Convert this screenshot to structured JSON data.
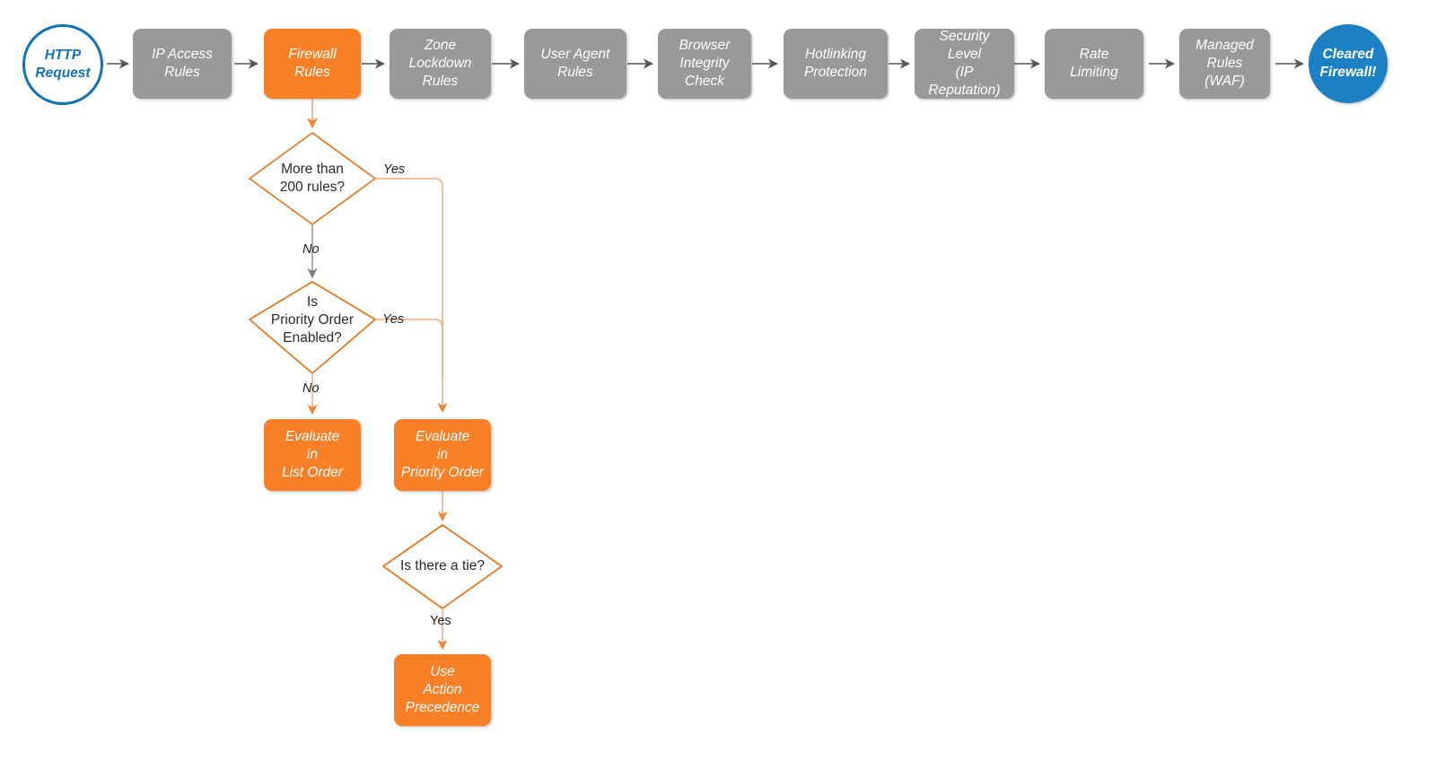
{
  "diagram": {
    "title": "Cloudflare Firewall Rules Evaluation Order",
    "colors": {
      "grey_node": "#999999",
      "orange_node": "#F98026",
      "orange_stroke": "#E8741C",
      "orange_edge": "#F9A877",
      "blue_stroke": "#1273B6",
      "blue_fill": "#1B81C4",
      "grey_edge": "#585858",
      "text_dark": "#2b2b2b",
      "background": "#ffffff"
    },
    "pipeline": {
      "start": {
        "label": "HTTP Request",
        "shape": "circle",
        "style": "hollow-blue"
      },
      "stages": [
        {
          "id": "ip-access-rules",
          "label": "IP Access Rules",
          "style": "grey"
        },
        {
          "id": "firewall-rules",
          "label": "Firewall Rules",
          "style": "orange"
        },
        {
          "id": "zone-lockdown-rules",
          "label": "Zone Lockdown Rules",
          "style": "grey"
        },
        {
          "id": "user-agent-rules",
          "label": "User Agent Rules",
          "style": "grey"
        },
        {
          "id": "browser-integrity-check",
          "label": "Browser Integrity Check",
          "style": "grey"
        },
        {
          "id": "hotlinking-protection",
          "label": "Hotlinking Protection",
          "style": "grey"
        },
        {
          "id": "security-level",
          "label": "Security Level (IP Reputation)",
          "style": "grey"
        },
        {
          "id": "rate-limiting",
          "label": "Rate Limiting",
          "style": "grey"
        },
        {
          "id": "managed-rules-waf",
          "label": "Managed Rules (WAF)",
          "style": "grey"
        }
      ],
      "end": {
        "label": "Cleared Firewall!",
        "shape": "circle",
        "style": "filled-blue"
      }
    },
    "stage_lines": {
      "ip-access-rules": [
        "IP Access",
        "Rules"
      ],
      "firewall-rules": [
        "Firewall",
        "Rules"
      ],
      "zone-lockdown-rules": [
        "Zone",
        "Lockdown",
        "Rules"
      ],
      "user-agent-rules": [
        "User Agent",
        "Rules"
      ],
      "browser-integrity-check": [
        "Browser",
        "Integrity",
        "Check"
      ],
      "hotlinking-protection": [
        "Hotlinking",
        "Protection"
      ],
      "security-level": [
        "Security",
        "Level",
        "(IP Reputation)"
      ],
      "rate-limiting": [
        "Rate",
        "Limiting"
      ],
      "managed-rules-waf": [
        "Managed",
        "Rules",
        "(WAF)"
      ],
      "start": [
        "HTTP",
        "Request"
      ],
      "end": [
        "Cleared",
        "Firewall!"
      ]
    },
    "branch": {
      "decisions": [
        {
          "id": "more-than-200-rules",
          "lines": [
            "More than",
            "200 rules?"
          ]
        },
        {
          "id": "is-priority-order-enabled",
          "lines": [
            "Is",
            "Priority Order",
            "Enabled?"
          ]
        },
        {
          "id": "is-there-a-tie",
          "lines": [
            "Is there a tie?"
          ]
        }
      ],
      "outcomes": [
        {
          "id": "evaluate-in-list-order",
          "lines": [
            "Evaluate",
            "in",
            "List Order"
          ],
          "style": "orange"
        },
        {
          "id": "evaluate-in-priority-order",
          "lines": [
            "Evaluate",
            "in",
            "Priority Order"
          ],
          "style": "orange"
        },
        {
          "id": "use-action-precedence",
          "lines": [
            "Use",
            "Action",
            "Precedence"
          ],
          "style": "orange"
        }
      ],
      "edge_labels": {
        "more_rules_yes": "Yes",
        "more_rules_no": "No",
        "priority_order_yes": "Yes",
        "priority_order_no": "No",
        "tie_yes": "Yes"
      }
    }
  }
}
